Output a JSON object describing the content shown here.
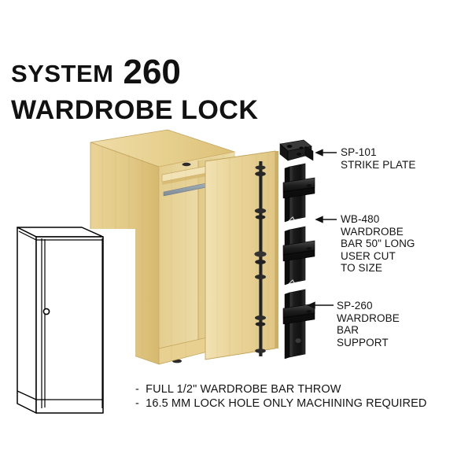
{
  "title": {
    "system_label": "SYSTEM",
    "number": "260",
    "product": "WARDROBE LOCK"
  },
  "callouts": [
    {
      "id": "sp-101",
      "code": "SP-101",
      "text": "SP-101\nSTRIKE PLATE"
    },
    {
      "id": "wb-480",
      "code": "WB-480",
      "text": "WB-480\nWARDROBE\nBAR 50\" LONG\nUSER CUT\nTO SIZE"
    },
    {
      "id": "sp-260",
      "code": "SP-260",
      "text": "SP-260\nWARDROBE\nBAR\nSUPPORT"
    }
  ],
  "notes": [
    "-  FULL 1/2\" WARDROBE BAR THROW",
    "-  16.5 MM LOCK HOLE ONLY MACHINING REQUIRED"
  ],
  "colors": {
    "background": "#ffffff",
    "text": "#141414",
    "title": "#111111",
    "wood_light": "#f0dca4",
    "wood_mid": "#e6cb85",
    "wood_dark": "#d8b96a",
    "wood_shadow": "#c9a654",
    "interior_light": "#f4e6bd",
    "hardware_black": "#1a1a1a",
    "hardware_highlight": "#4a4a4a",
    "rail_metal": "#9aa8b4",
    "line_art": "#000000"
  },
  "illustrations": {
    "open_cabinet": "open-wardrobe-cabinet-with-door-and-bar",
    "closed_cabinet": "closed-cabinet-line-drawing",
    "hardware_stack": "wardrobe-bar-hardware-exploded-view"
  }
}
